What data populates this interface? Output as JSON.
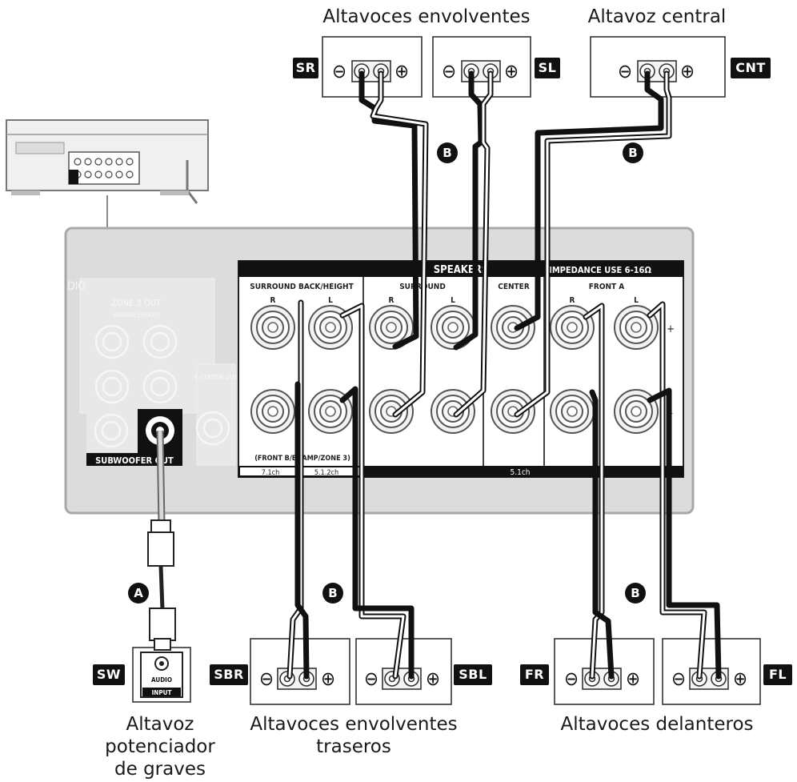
{
  "captions": {
    "surround": "Altavoces envolventes",
    "center": "Altavoz central",
    "subwoofer_1": "Altavoz",
    "subwoofer_2": "potenciador",
    "subwoofer_3": "de graves",
    "surround_back_1": "Altavoces envolventes",
    "surround_back_2": "traseros",
    "front": "Altavoces delanteros"
  },
  "tags": {
    "sr": "SR",
    "sl": "SL",
    "cnt": "CNT",
    "sw": "SW",
    "sbr": "SBR",
    "sbl": "SBL",
    "fr": "FR",
    "fl": "FL"
  },
  "cable_labels": {
    "a": "A",
    "b": "B"
  },
  "panel": {
    "speakers_header": "SPEAKERS",
    "impedance": "IMPEDANCE USE 6-16Ω",
    "zone_label": "DIO",
    "groups": {
      "surround_back": "SURROUND BACK/HEIGHT",
      "surround": "SURROUND",
      "center": "CENTER",
      "front_a": "FRONT A"
    },
    "channel_r": "R",
    "channel_l": "L",
    "plus_sign": "+",
    "minus_sign": "–",
    "front_b": "(FRONT B/BI-AMP/ZONE 3)",
    "ch71": "7.1ch",
    "ch512": "5.1.2ch",
    "ch51": "5.1ch",
    "zone3_out": "ZONE 3 OUT",
    "zone3_sub": "VARIABLE/FIXED",
    "center_out": "E-CENTER OUT",
    "subwoofer_out": "SUBWOOFER OUT"
  },
  "sw_box": {
    "audio": "AUDIO",
    "input": "INPUT"
  },
  "terminal_signs": {
    "minus": "⊖",
    "plus": "⊕"
  }
}
